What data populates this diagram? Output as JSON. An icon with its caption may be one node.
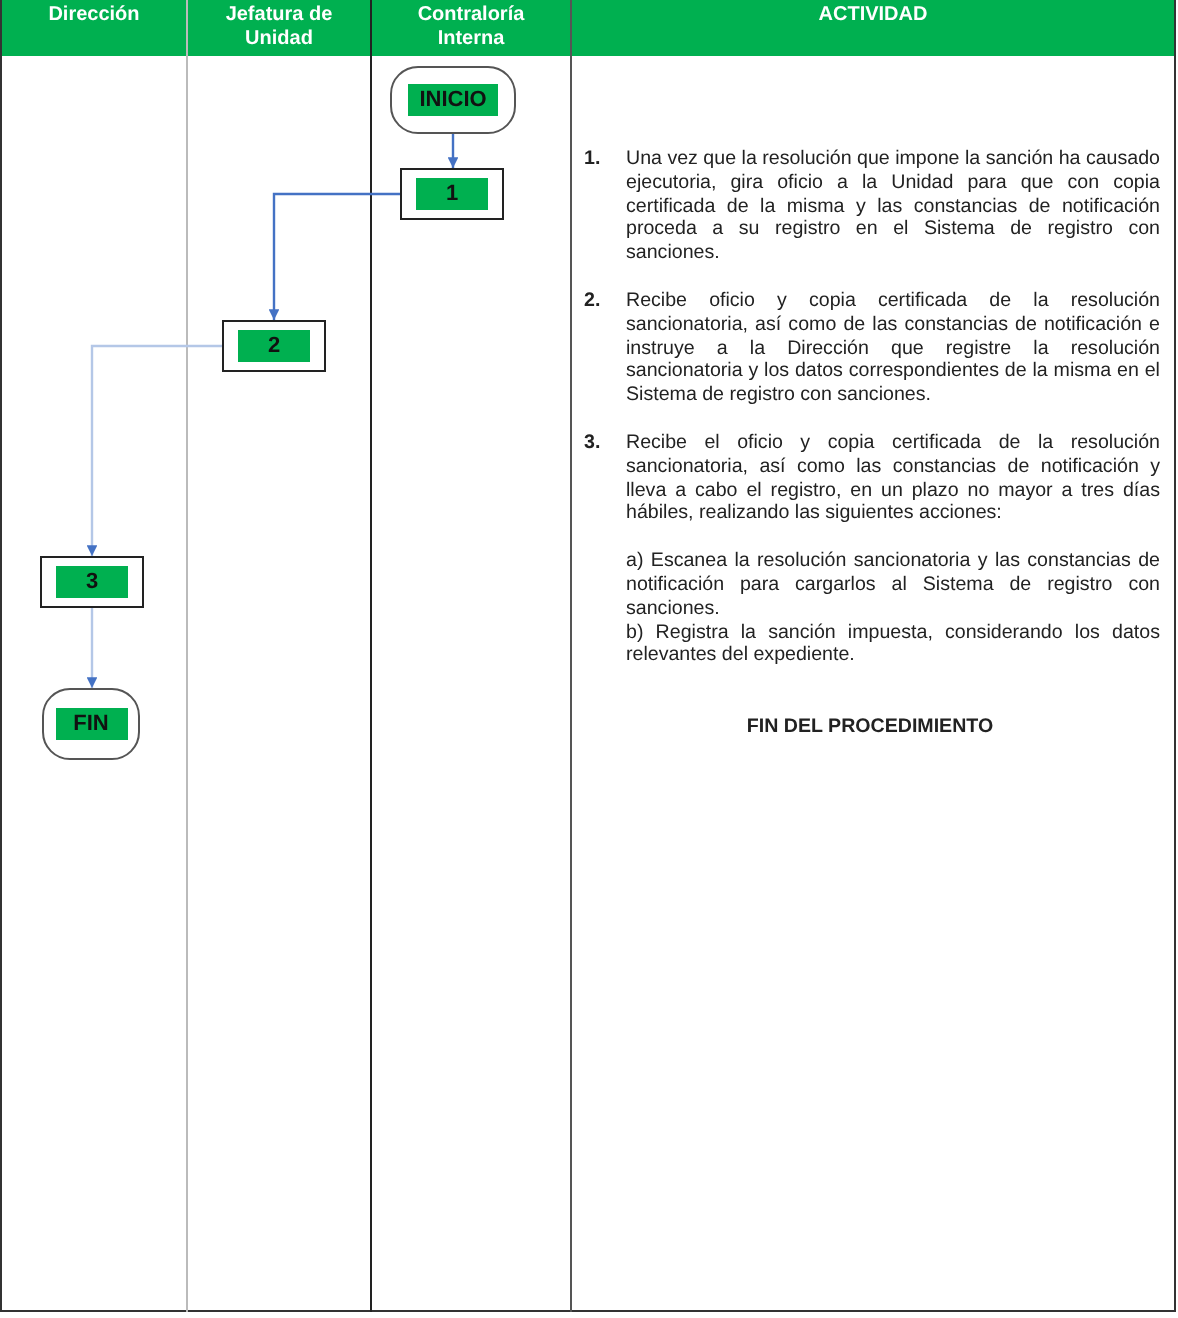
{
  "diagram": {
    "nodes": [
      {
        "text": [
          "INICIO"
        ]
      },
      {
        "text": [
          "1"
        ]
      },
      {
        "text": [
          "2"
        ]
      },
      {
        "text": [
          "3"
        ]
      },
      {
        "text": [
          "FIN"
        ]
      }
    ],
    "edges": [
      {
        "from": 0,
        "to": 1,
        "arrow": "to"
      },
      {
        "from": 1,
        "to": 2,
        "arrow": "to"
      },
      {
        "from": 2,
        "to": 3,
        "arrow": "to",
        "color": "#b4c7e7"
      },
      {
        "from": 3,
        "to": 4,
        "arrow": "to",
        "color": "#b4c7e7"
      }
    ],
    "labels": [
      "Dirección",
      "Jefatura de Unidad",
      "Contraloría Interna",
      "ACTIVIDAD",
      "1.",
      "Una vez que la resolución que impone la sanción ha causado ejecutoria, gira oficio a la Unidad para que con copia certificada de la misma y las constancias de notificación proceda a su registro en el Sistema de registro con sanciones.",
      "2.",
      "Recibe oficio y copia certificada de la resolución sancionatoria, así como de las constancias de notificación e instruye a la Dirección que registre la resolución sancionatoria y los datos correspondientes de la misma en el Sistema de registro con sanciones.",
      "3.",
      "Recibe el oficio y copia certificada de la resolución sancionatoria, así como las constancias de notificación y lleva a cabo el registro, en un plazo no mayor a tres días hábiles, realizando las siguientes acciones:",
      "a) Escanea la resolución sancionatoria y las constancias de notificación para cargarlos al Sistema de registro con sanciones.",
      "b) Registra la sanción impuesta, considerando los datos relevantes del expediente.",
      "FIN DEL PROCEDIMIENTO"
    ]
  }
}
